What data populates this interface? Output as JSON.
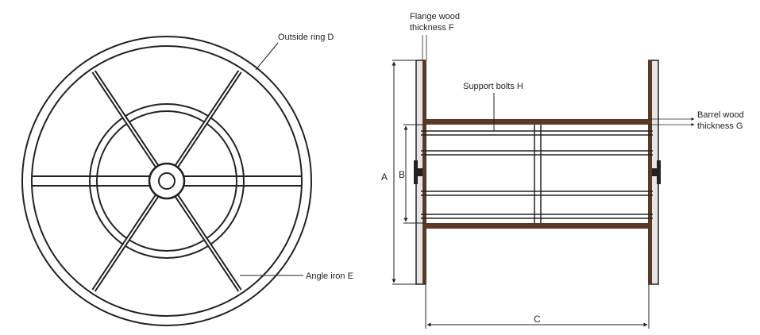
{
  "front_view": {
    "outside_ring_label": "Outside ring D",
    "angle_iron_label": "Angle iron E"
  },
  "side_view": {
    "flange_label_line1": "Flange wood",
    "flange_label_line2": "thickness F",
    "support_bolts_label": "Support bolts H",
    "barrel_label_line1": "Barrel wood",
    "barrel_label_line2": "thickness G",
    "dim_a": "A",
    "dim_b": "B",
    "dim_c": "C"
  },
  "colors": {
    "line": "#222222",
    "wood": "#5a3a26",
    "flange_fill": "#e6e6e6"
  }
}
